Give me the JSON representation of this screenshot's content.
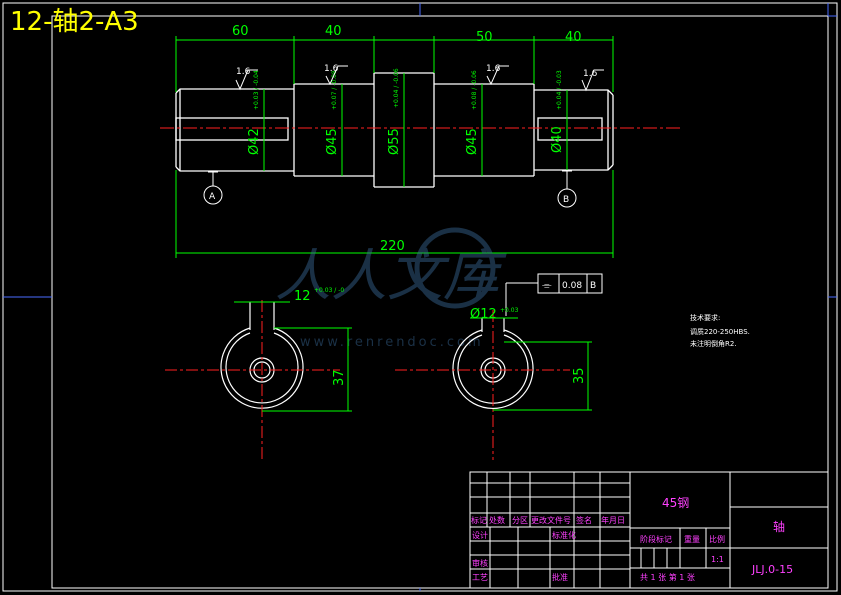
{
  "header": {
    "title": "12-轴2-A3"
  },
  "dimensions": {
    "top": [
      "60",
      "40",
      "50",
      "40"
    ],
    "overall_length": "220",
    "diam_42": {
      "main": "Ø42",
      "tol": "+0.03 / -0.04"
    },
    "diam_45a": {
      "main": "Ø45",
      "tol": "+0.07 / -0.08"
    },
    "diam_55": {
      "main": "Ø55",
      "tol": "+0.04 / -0.06"
    },
    "diam_45b": {
      "main": "Ø45",
      "tol": "+0.08 / -0.06"
    },
    "diam_40": {
      "main": "Ø40",
      "tol": "+0.04 / -0.03"
    },
    "key_12_left": {
      "main": "12",
      "tol": "+0.03 / -0"
    },
    "key_12_right": {
      "main": "Ø12",
      "tol": "+0.03"
    },
    "depth_37": "37",
    "depth_35": "35"
  },
  "roughness": [
    "1.6",
    "1.6",
    "1.6",
    "1.6"
  ],
  "datums": [
    "A",
    "B"
  ],
  "tolerance_frame": {
    "symbol": "⌯",
    "value": "0.08",
    "datum": "B"
  },
  "notes": {
    "heading": "技术要求:",
    "lines": [
      "调质220-250HBS.",
      "未注明倒角R2."
    ]
  },
  "watermark": {
    "text": "人人文库",
    "url": "www.renrendoc.com"
  },
  "title_block": {
    "material": "45钢",
    "part_name": "轴",
    "drawing_no": "JLJ.0-15",
    "scale": "1:1",
    "labels": {
      "mark": "标记",
      "count": "处数",
      "zone": "分区",
      "doc": "更改文件号",
      "sign": "签名",
      "date": "年月日",
      "design": "设计",
      "std": "标准化",
      "stage": "阶段标记",
      "weight": "重量",
      "ratio": "比例",
      "review": "审核",
      "process": "工艺",
      "approve": "批准",
      "sheets": "共 1 张 第 1 张"
    }
  }
}
